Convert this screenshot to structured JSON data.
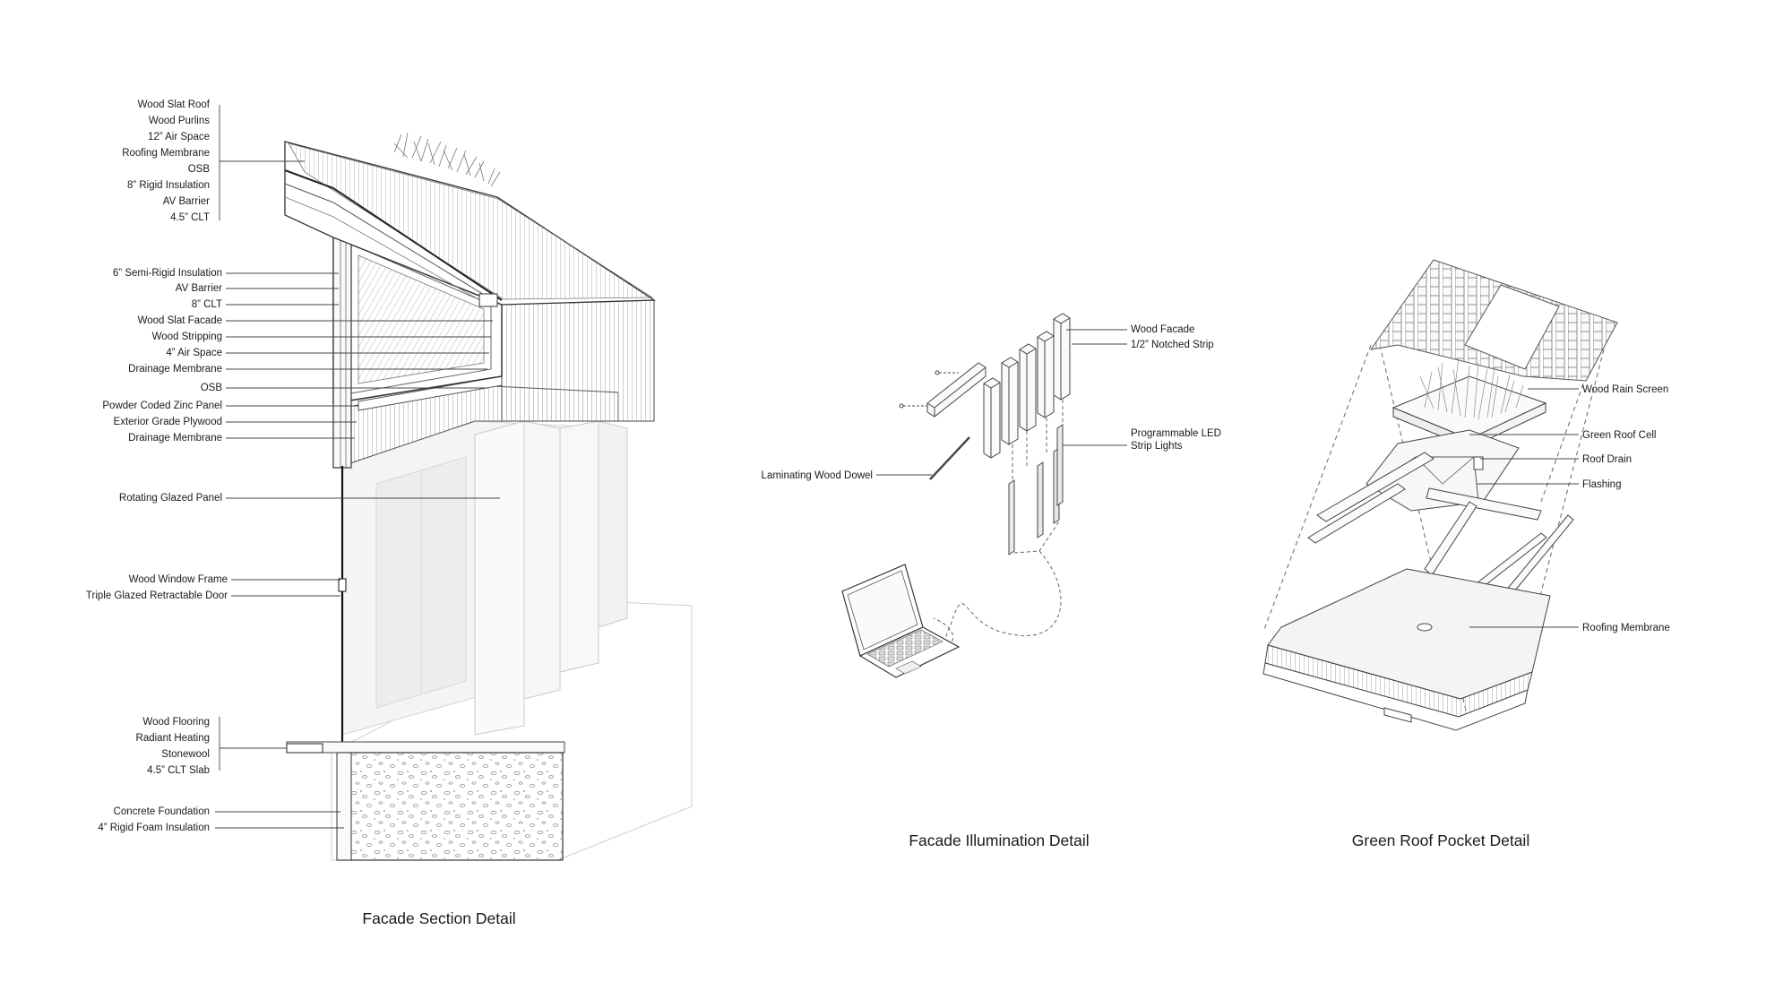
{
  "diagrams": [
    {
      "id": "facade-section",
      "caption": "Facade Section Detail",
      "labels": {
        "roof_group": [
          "Wood Slat Roof",
          "Wood Purlins",
          "12” Air Space",
          "Roofing Membrane",
          "OSB",
          "8” Rigid Insulation",
          "AV Barrier",
          "4.5” CLT"
        ],
        "wall_group": [
          "6” Semi-Rigid Insulation",
          "AV Barrier",
          "8” CLT",
          "Wood Slat Facade",
          "Wood Stripping",
          "4” Air Space",
          "Drainage Membrane",
          "OSB",
          "Powder Coded Zinc Panel",
          "Exterior Grade Plywood",
          "Drainage Membrane"
        ],
        "glazed": "Rotating Glazed Panel",
        "window_group": [
          "Wood Window Frame",
          "Triple Glazed Retractable Door"
        ],
        "floor_group": [
          "Wood Flooring",
          "Radiant Heating",
          "Stonewool",
          "4.5” CLT Slab"
        ],
        "foundation_group": [
          "Concrete Foundation",
          "4” Rigid Foam Insulation"
        ]
      }
    },
    {
      "id": "facade-illumination",
      "caption": "Facade Illumination Detail",
      "labels": {
        "wood_facade": "Wood Facade",
        "notched_strip": "1/2” Notched Strip",
        "led": [
          "Programmable LED",
          "Strip Lights"
        ],
        "dowel": "Laminating Wood Dowel"
      }
    },
    {
      "id": "green-roof-pocket",
      "caption": "Green Roof Pocket Detail",
      "labels": {
        "rain_screen": "Wood Rain Screen",
        "roof_cell": "Green Roof Cell",
        "roof_drain": "Roof Drain",
        "flashing": "Flashing",
        "membrane": "Roofing Membrane"
      }
    }
  ],
  "colors": {
    "ink": "#1a1a1a",
    "line": "#444444",
    "light": "#bdbdbd",
    "glass": "#eeeeee",
    "background": "#ffffff"
  }
}
